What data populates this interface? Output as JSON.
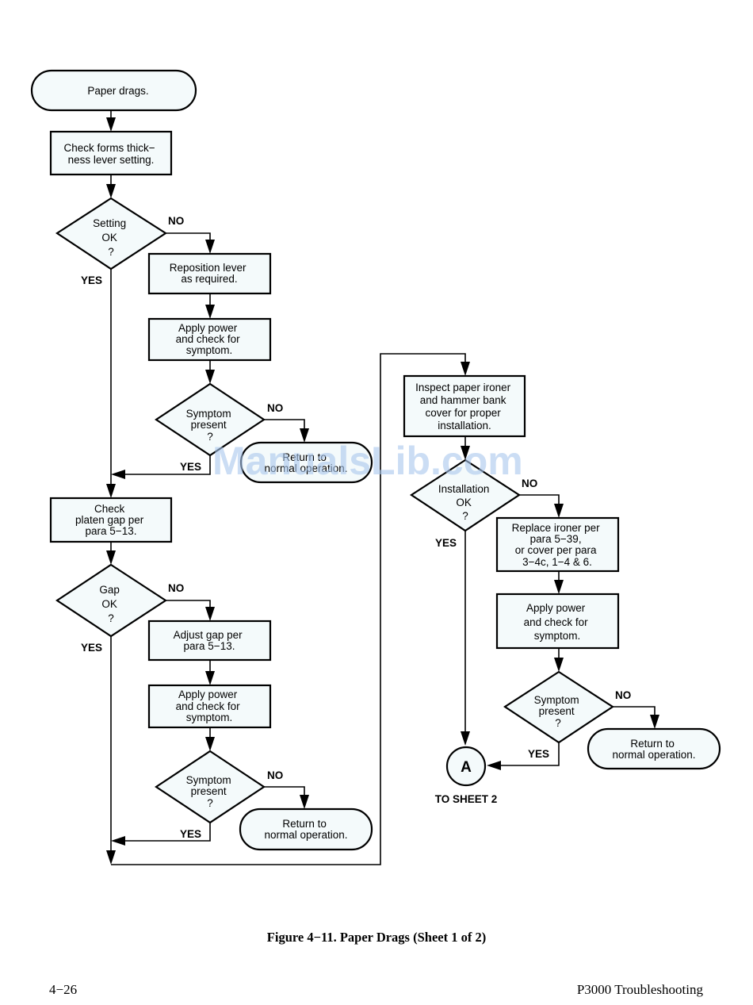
{
  "nodes": {
    "start": [
      "Paper drags."
    ],
    "check_forms": [
      "Check forms thick−",
      "ness lever setting."
    ],
    "setting_ok": [
      "Setting",
      "OK",
      "?"
    ],
    "reposition": [
      "Reposition lever",
      "as required."
    ],
    "apply1": [
      "Apply power",
      "and check for",
      "symptom."
    ],
    "symptom1": [
      "Symptom",
      "present",
      "?"
    ],
    "return1": [
      "Return to",
      "normal operation."
    ],
    "check_platen": [
      "Check",
      "platen gap per",
      "para 5−13."
    ],
    "gap_ok": [
      "Gap",
      "OK",
      "?"
    ],
    "adjust_gap": [
      "Adjust gap per",
      "para 5−13."
    ],
    "apply2": [
      "Apply power",
      "and check for",
      "symptom."
    ],
    "symptom2": [
      "Symptom",
      "present",
      "?"
    ],
    "return2": [
      "Return to",
      "normal operation."
    ],
    "inspect": [
      "Inspect paper ironer",
      "and hammer bank",
      "cover for proper",
      "installation."
    ],
    "install_ok": [
      "Installation",
      "OK",
      "?"
    ],
    "replace": [
      "Replace ironer per",
      "para 5−39,",
      "or cover per para",
      "3−4c, 1−4 & 6."
    ],
    "apply3": [
      "Apply power",
      "and check for",
      "symptom."
    ],
    "symptom3": [
      "Symptom",
      "present",
      "?"
    ],
    "return3": [
      "Return to",
      "normal operation."
    ]
  },
  "labels": {
    "yes": "YES",
    "no": "NO"
  },
  "connector": {
    "label": "A",
    "caption": "TO SHEET 2"
  },
  "watermark": "ManualsLib.com",
  "caption": "Figure 4−11. Paper Drags (Sheet 1 of 2)",
  "footer": {
    "left": "4−26",
    "right": "P3000 Troubleshooting"
  }
}
